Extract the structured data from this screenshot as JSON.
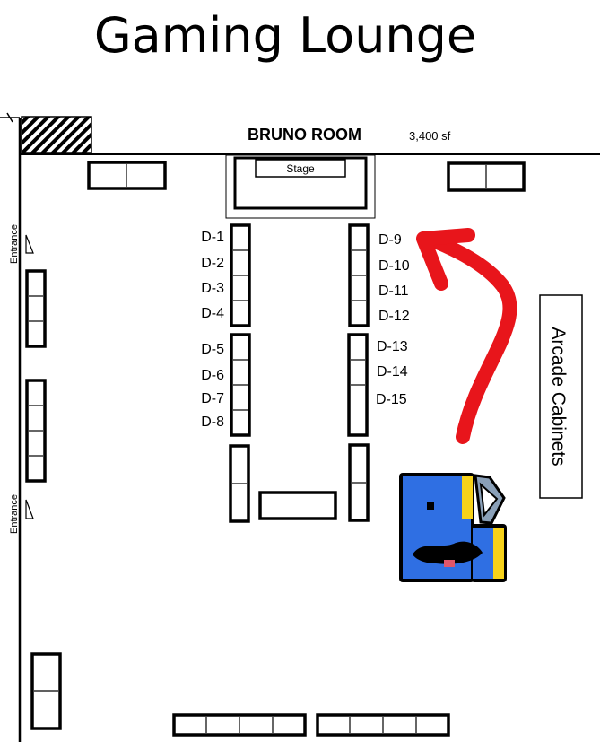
{
  "title": "Gaming Lounge",
  "room": {
    "name": "BRUNO ROOM",
    "size": "3,400 sf"
  },
  "stage_label": "Stage",
  "entrances": [
    "Entrance",
    "Entrance"
  ],
  "arcade_label": "Arcade Cabinets",
  "left_stations": [
    "D-1",
    "D-2",
    "D-3",
    "D-4",
    "D-5",
    "D-6",
    "D-7",
    "D-8"
  ],
  "right_stations": [
    "D-9",
    "D-10",
    "D-11",
    "D-12",
    "D-13",
    "D-14",
    "D-15"
  ],
  "colors": {
    "arrow": "#e8151b",
    "mascot_body": "#2f6fe3",
    "mascot_accent": "#f7d21a",
    "ink": "#000000"
  },
  "mascot": {
    "icon": "pixel-cabinet-mascot-icon"
  }
}
